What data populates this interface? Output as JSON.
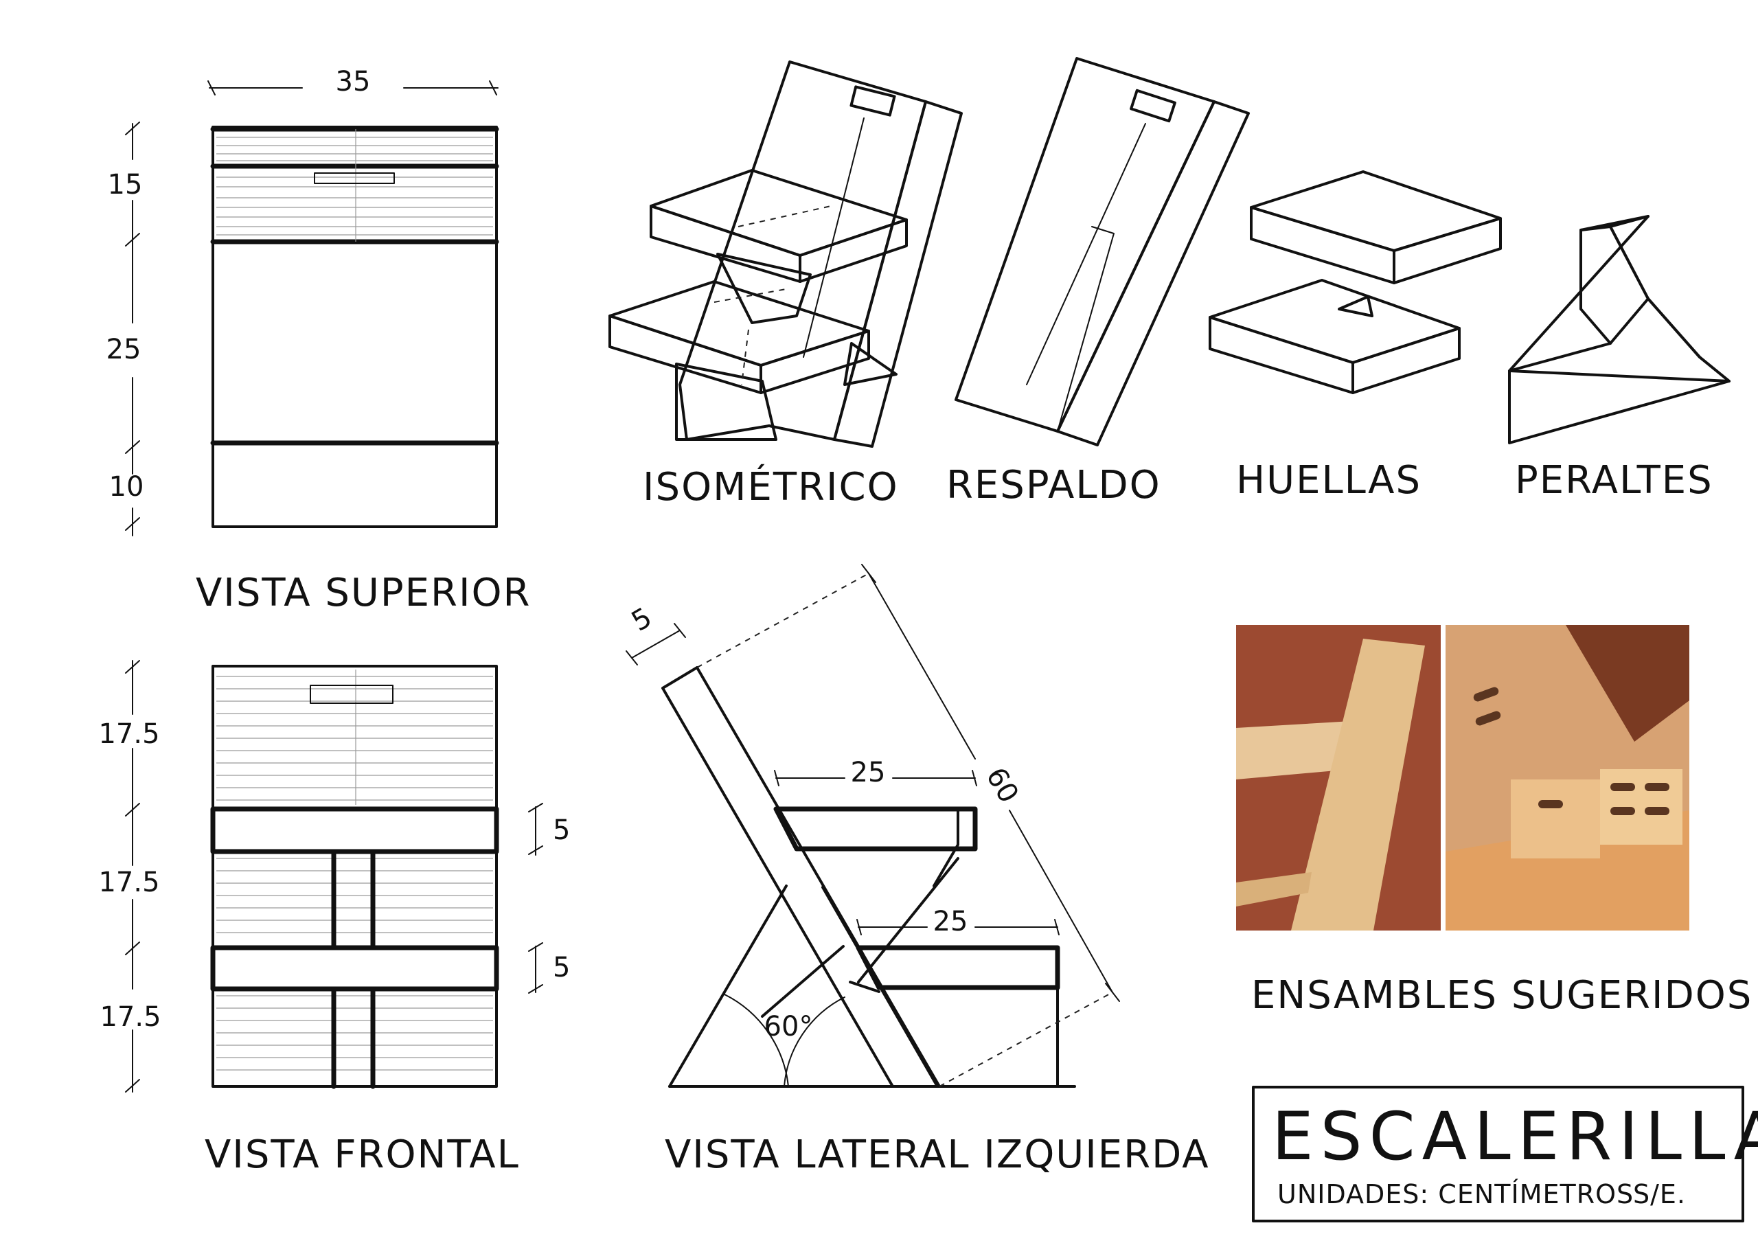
{
  "captions": {
    "top_view": "VISTA SUPERIOR",
    "front_view": "VISTA FRONTAL",
    "side_view": "VISTA LATERAL IZQUIERDA",
    "isometric": "ISOMÉTRICO",
    "backrest": "RESPALDO",
    "treads": "HUELLAS",
    "risers": "PERALTES",
    "joints": "ENSAMBLES SUGERIDOS"
  },
  "top_view_dims": {
    "width": "35",
    "d1": "15",
    "d2": "25",
    "d3": "10"
  },
  "front_view_dims": {
    "h1": "17.5",
    "h2": "17.5",
    "h3": "17.5",
    "t1": "5",
    "t2": "5"
  },
  "side_view_dims": {
    "thickness": "5",
    "length": "60",
    "upper_step": "25",
    "lower_step": "25",
    "angle": "60°"
  },
  "title_block": {
    "title": "ESCALERILLA",
    "units": "UNIDADES: CENTÍMETROS",
    "scale": "S/E."
  },
  "colors": {
    "backrest_iso": "#d2a27e",
    "backrest_piece": "#ecc5ac",
    "tread": "#f8dd9a",
    "riser": "#f7a79f",
    "photo_left_bg": "#9c4a31",
    "photo_right_bg": "#d7a273"
  }
}
